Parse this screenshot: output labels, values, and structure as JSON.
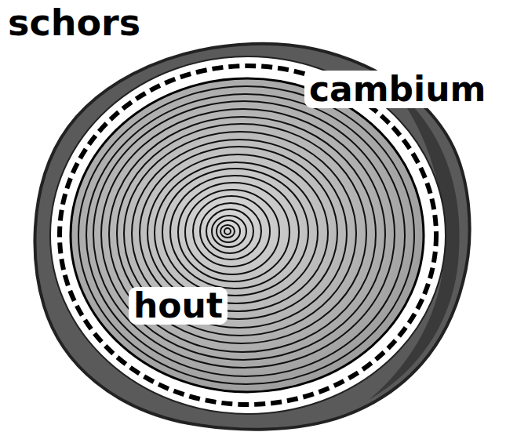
{
  "diagram": {
    "labels": [
      "schors",
      "cambium",
      "hout"
    ]
  }
}
